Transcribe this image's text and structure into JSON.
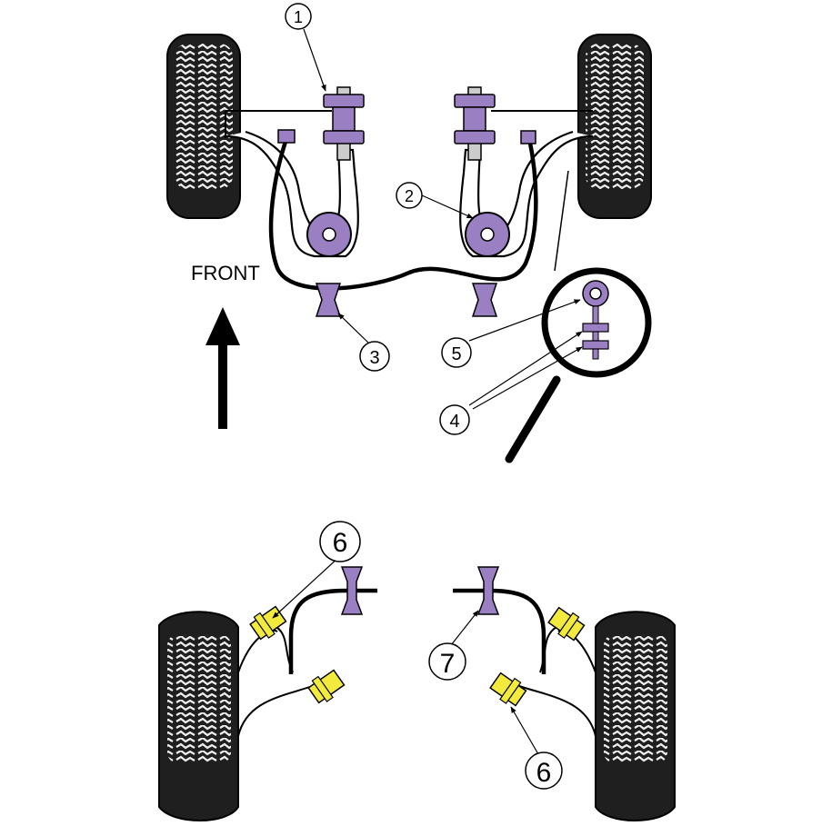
{
  "labels": {
    "front": "FRONT",
    "callouts": [
      "1",
      "2",
      "3",
      "4",
      "5",
      "6",
      "6",
      "7"
    ]
  },
  "colors": {
    "bushing_purple": "#9b7fc3",
    "bushing_yellow": "#f2ea3c",
    "tyre": "#1e1e1e",
    "outline": "#000000",
    "background": "#ffffff"
  },
  "icons": [
    "tyre-icon",
    "arrow-up-icon",
    "magnifier-icon",
    "bushing-icon"
  ]
}
